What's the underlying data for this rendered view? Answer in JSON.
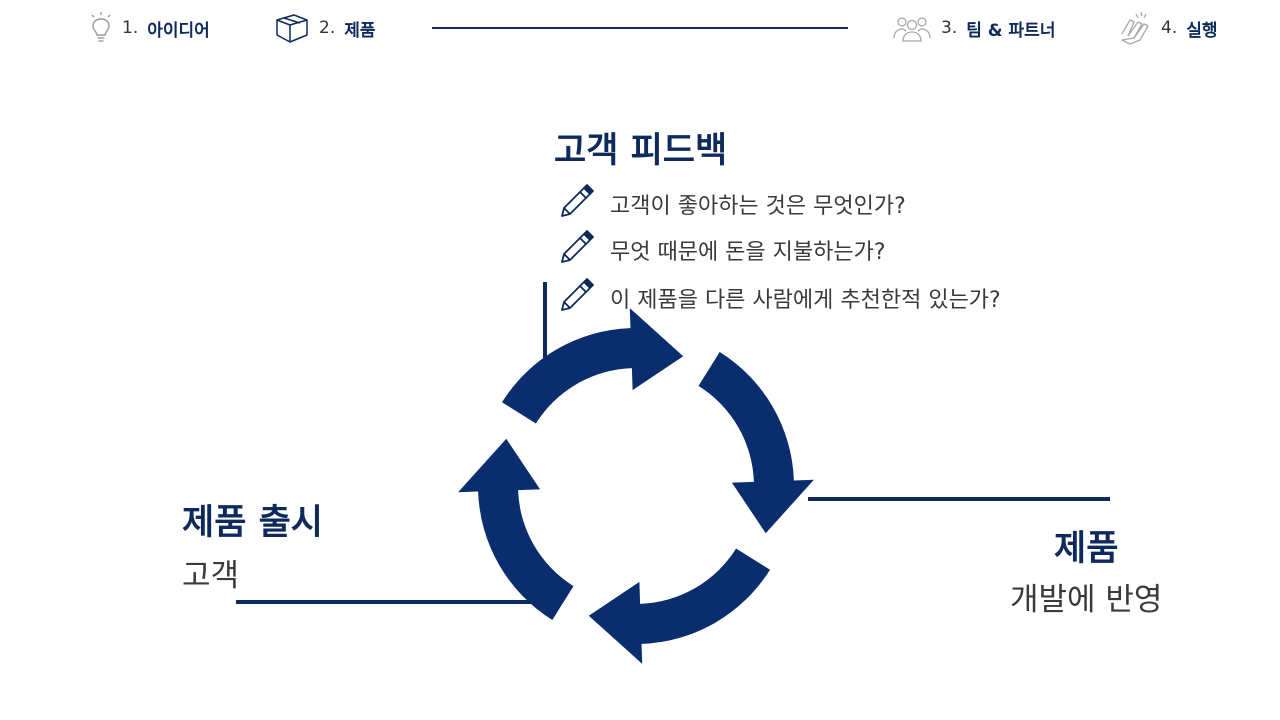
{
  "nav": {
    "steps": [
      {
        "num": "1.",
        "label": "아이디어",
        "icon": "lightbulb-icon"
      },
      {
        "num": "2.",
        "label": "제품",
        "icon": "box-icon"
      },
      {
        "num": "3.",
        "label": "팀 & 파트너",
        "icon": "team-icon"
      },
      {
        "num": "4.",
        "label": "실행",
        "icon": "handshake-icon"
      }
    ],
    "active_step": 2
  },
  "feedback": {
    "title": "고객 피드백",
    "questions": [
      "고객이 좋아하는 것은 무엇인가?",
      "무엇 때문에 돈을 지불하는가?",
      "이 제품을 다른 사람에게 추천한적 있는가?"
    ],
    "question_icon": "pen-icon"
  },
  "launch": {
    "title": "제품 출시",
    "subtitle": "고객"
  },
  "product": {
    "title": "제품",
    "subtitle": "개발에 반영"
  },
  "colors": {
    "accent": "#0e2a5c",
    "cycle": "#0a2d6e",
    "text": "#3a3a3a"
  }
}
